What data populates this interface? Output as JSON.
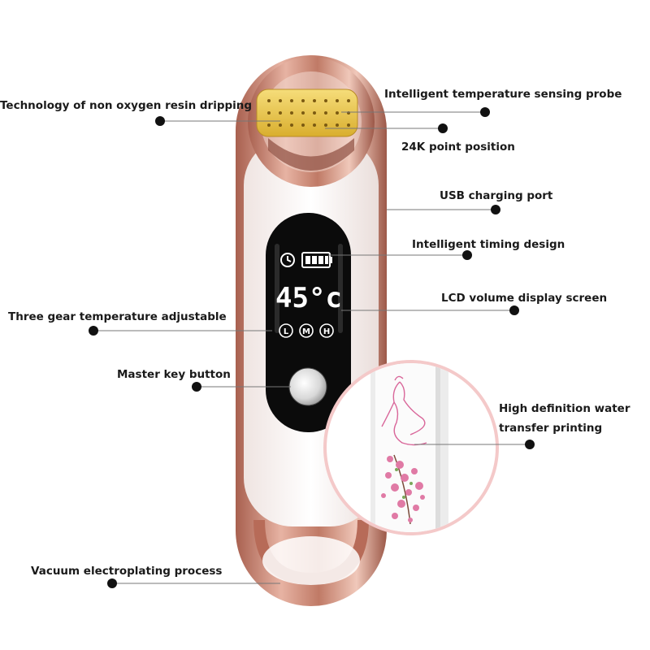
{
  "device": {
    "lcd": {
      "temperature": "45°c",
      "modes": [
        "L",
        "M",
        "H"
      ]
    },
    "colors": {
      "rose_gold": "#c98672",
      "body": "#fbf4f2",
      "screen": "#0b0b0b",
      "probe": "#e9c44a",
      "flower": "#d9679a"
    }
  },
  "callouts": [
    {
      "id": "resin",
      "text": "Technology of non oxygen resin dripping"
    },
    {
      "id": "probe",
      "text": "Intelligent temperature sensing probe"
    },
    {
      "id": "gold",
      "text": "24K point position"
    },
    {
      "id": "usb",
      "text": "USB charging port"
    },
    {
      "id": "timing",
      "text": "Intelligent timing design"
    },
    {
      "id": "lcd",
      "text": "LCD volume display screen"
    },
    {
      "id": "gear",
      "text": "Three gear temperature adjustable"
    },
    {
      "id": "key",
      "text": "Master key button"
    },
    {
      "id": "print",
      "text": "High definition water transfer printing"
    },
    {
      "id": "vacuum",
      "text": "Vacuum electroplating process"
    }
  ]
}
